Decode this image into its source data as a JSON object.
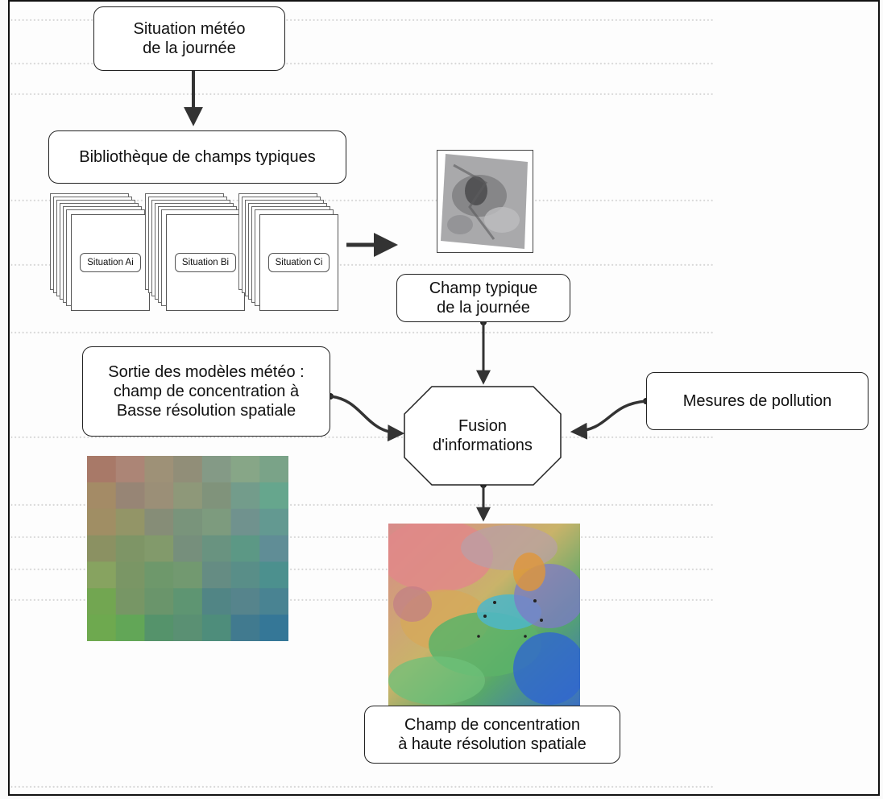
{
  "nodes": {
    "situation": "Situation météo\nde la journée",
    "bibliotheque": "Bibliothèque de champs typiques",
    "champ_typique": "Champ typique\nde la journée",
    "sortie_modeles": "Sortie des modèles météo :\nchamp de concentration à\nBasse résolution spatiale",
    "fusion": "Fusion\nd'informations",
    "mesures": "Mesures de pollution",
    "champ_haute": "Champ de concentration\nà haute résolution spatiale"
  },
  "situations": [
    "Situation Ai",
    "Situation Bi",
    "Situation Ci"
  ]
}
